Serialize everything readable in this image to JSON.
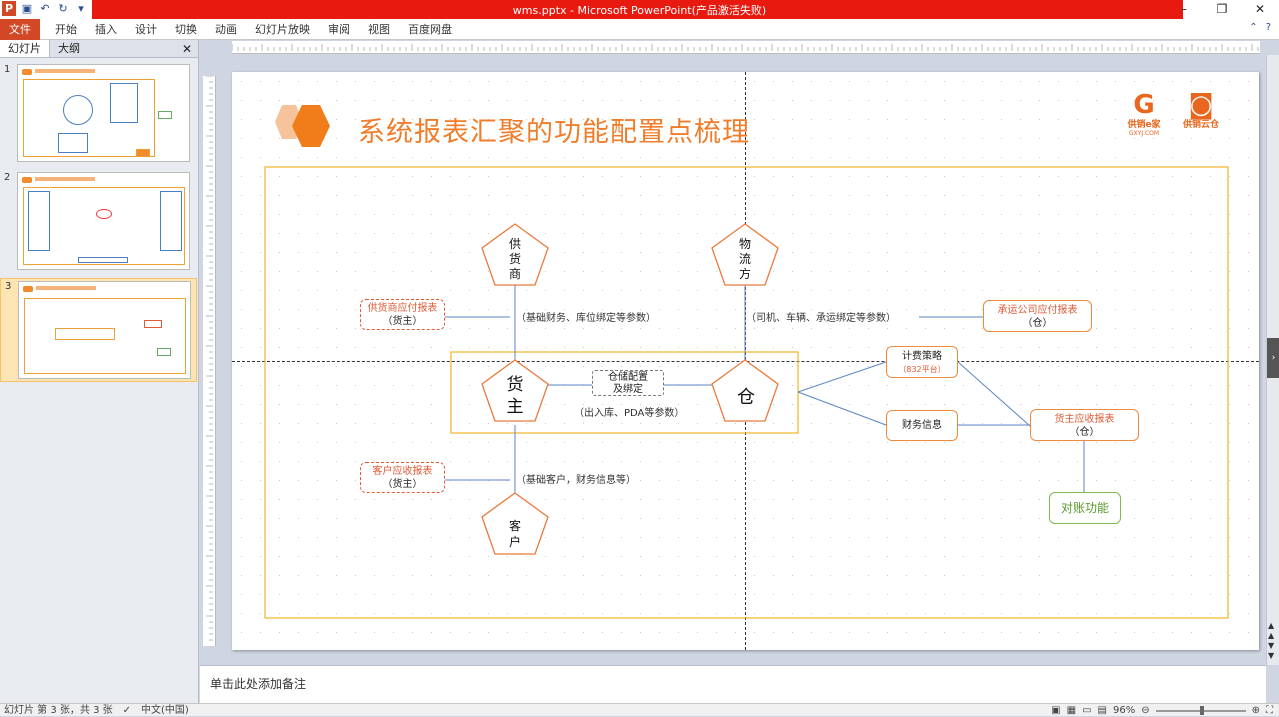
{
  "window": {
    "title": "wms.pptx - Microsoft PowerPoint(产品激活失败)"
  },
  "menu": {
    "file": "文件",
    "tabs": [
      "开始",
      "插入",
      "设计",
      "切换",
      "动画",
      "幻灯片放映",
      "审阅",
      "视图",
      "百度网盘"
    ]
  },
  "left_pane": {
    "tab_slides": "幻灯片",
    "tab_outline": "大纲",
    "close": "✕",
    "thumbnails": [
      "1",
      "2",
      "3"
    ]
  },
  "slide": {
    "title": "系统报表汇聚的功能配置点梳理",
    "logo1": {
      "name": "供销e家",
      "url": "GXYJ.COM"
    },
    "logo2": {
      "name": "供销云仓"
    },
    "nodes": {
      "supplier": "供\n货\n商",
      "logistics": "物\n流\n方",
      "owner": "货\n主",
      "warehouse": "仓",
      "customer": "客\n户"
    },
    "boxes": {
      "supplier_payable": [
        "供货商应付报表",
        "（货主）"
      ],
      "carrier_payable": [
        "承运公司应付报表",
        "（仓）"
      ],
      "billing_strategy": [
        "计费策略",
        "（832平台）"
      ],
      "finance_info": "财务信息",
      "owner_receivable": [
        "货主应收报表",
        "（仓）"
      ],
      "customer_receivable": [
        "客户应收报表",
        "（货主）"
      ],
      "reconcile": "对账功能",
      "warehouse_config": [
        "仓储配置",
        "及绑定"
      ]
    },
    "labels": {
      "basic_finance": "（基础财务、库位绑定等参数）",
      "driver_vehicle": "（司机、车辆、承运绑定等参数）",
      "inout_pda": "（出入库、PDA等参数）",
      "basic_customer": "（基础客户，财务信息等）"
    }
  },
  "notes": {
    "placeholder": "单击此处添加备注"
  },
  "status": {
    "slide_info": "幻灯片 第 3 张，共 3 张",
    "language": "中文(中国)",
    "zoom": "96%"
  }
}
